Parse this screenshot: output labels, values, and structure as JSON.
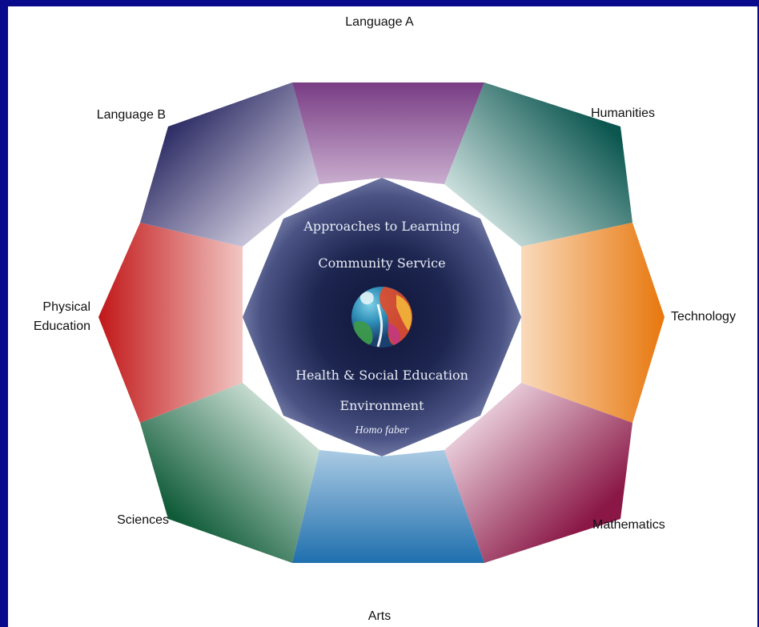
{
  "diagram": {
    "subjects": [
      {
        "key": "language_a",
        "label": "Language A",
        "color": "#6b2a78"
      },
      {
        "key": "humanities",
        "label": "Humanities",
        "color": "#0c5650"
      },
      {
        "key": "technology",
        "label": "Technology",
        "color": "#e8780e"
      },
      {
        "key": "mathematics",
        "label": "Mathematics",
        "color": "#8a1746"
      },
      {
        "key": "arts",
        "label": "Arts",
        "color": "#1f6fae"
      },
      {
        "key": "sciences",
        "label": "Sciences",
        "color": "#0f5b38"
      },
      {
        "key": "physical_education",
        "label_line1": "Physical",
        "label_line2": "Education",
        "color": "#c2191a"
      },
      {
        "key": "language_b",
        "label": "Language B",
        "color": "#25245e"
      }
    ],
    "areas_of_interaction": {
      "approaches": "Approaches to Learning",
      "community": "Community Service",
      "health": "Health & Social Education",
      "environment": "Environment",
      "homo_faber": "Homo faber"
    },
    "center_color": "#1a2148",
    "background_color": "#0a0a8c"
  }
}
